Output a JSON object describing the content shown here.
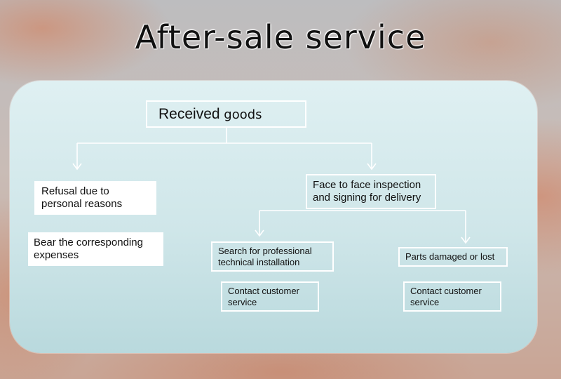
{
  "title": "After-sale service",
  "nodes": {
    "received": {
      "prefix": "Received",
      "suffix": " goods"
    },
    "refusal": "Refusal due to personal reasons",
    "bear": "Bear the corresponding expenses",
    "face": "Face to face inspection and signing for delivery",
    "search": "Search for professional technical installation",
    "parts": "Parts damaged or lost",
    "contact_left": "Contact customer service",
    "contact_right": "Contact customer service"
  },
  "colors": {
    "panel": "#d4e9ec",
    "line": "#ffffff",
    "text": "#111111"
  }
}
